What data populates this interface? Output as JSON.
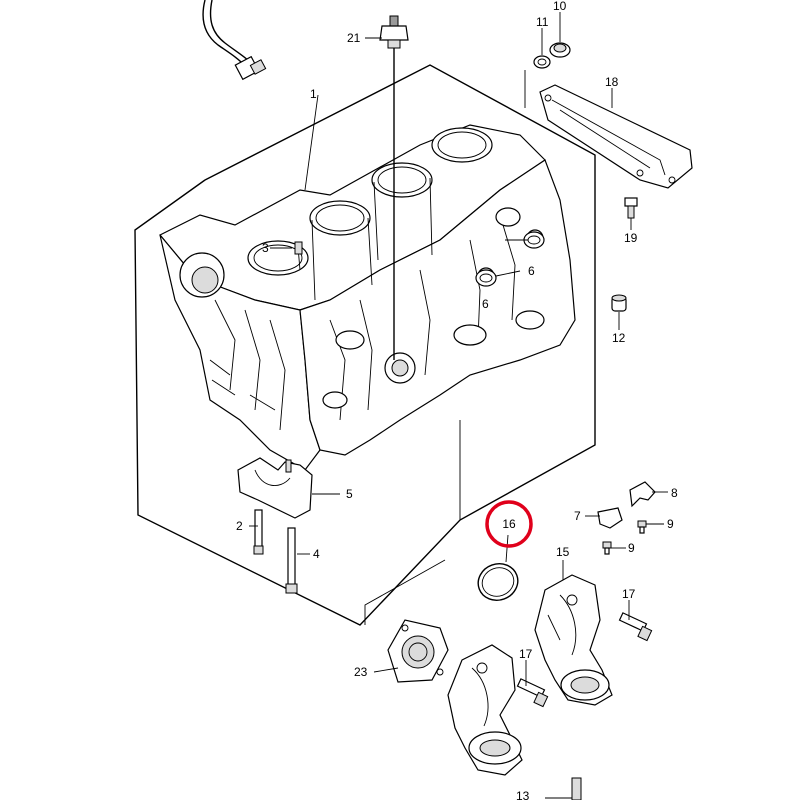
{
  "callouts": {
    "c1": "1",
    "c2": "2",
    "c3": "3",
    "c4": "4",
    "c5": "5",
    "c6a": "6",
    "c6b": "6",
    "c7": "7",
    "c8": "8",
    "c9a": "9",
    "c9b": "9",
    "c10": "10",
    "c11": "11",
    "c12": "12",
    "c13": "13",
    "c15": "15",
    "c16": "16",
    "c17a": "17",
    "c17b": "17",
    "c18": "18",
    "c19": "19",
    "c21": "21",
    "c23": "23"
  },
  "highlight": {
    "color": "#e0001b"
  }
}
